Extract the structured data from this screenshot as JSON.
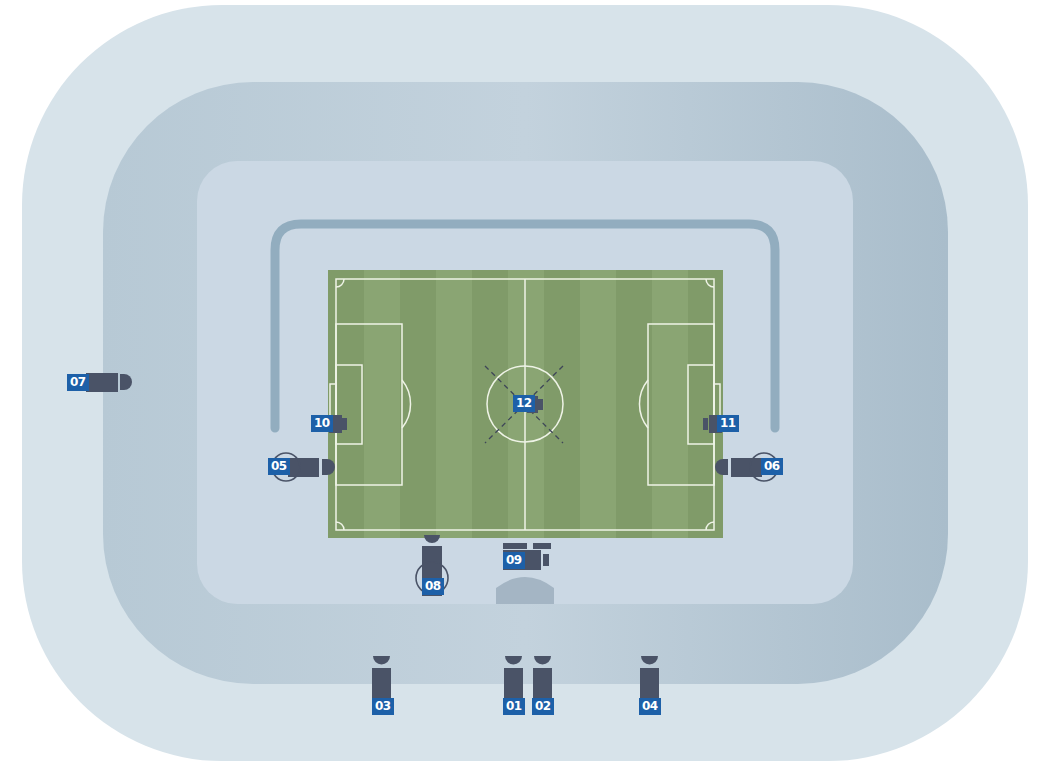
{
  "diagram": {
    "labels": [
      "07",
      "10",
      "05",
      "12",
      "11",
      "06",
      "08",
      "09",
      "03",
      "01",
      "02",
      "04"
    ]
  }
}
